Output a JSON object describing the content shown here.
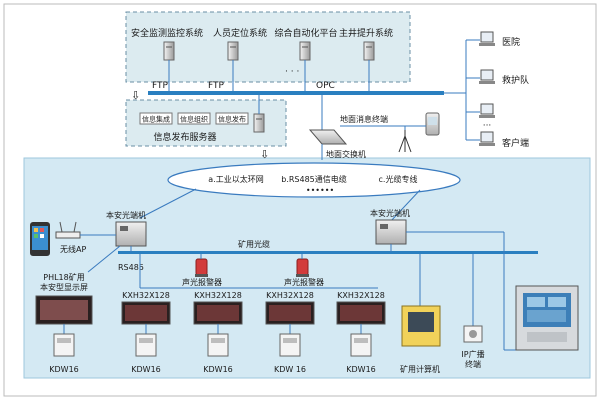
{
  "top_systems": [
    {
      "label": "安全监测监控系统"
    },
    {
      "label": "人员定位系统"
    },
    {
      "label": "综合自动化平台"
    },
    {
      "label": "主井提升系统"
    }
  ],
  "protocols": {
    "ftp1": "FTP",
    "ftp2": "FTP",
    "opc": "OPC"
  },
  "info_publish": {
    "items": [
      "信息集成",
      "信息组织",
      "信息发布"
    ],
    "server_label": "信息发布服务器"
  },
  "right_clients": [
    {
      "label": "医院"
    },
    {
      "label": "救护队"
    },
    {
      "label": "客户端"
    }
  ],
  "ground_msg_label": "地面消息终端",
  "ground_switch_label": "地面交换机",
  "network_types": [
    "a.工业以太环网",
    "b.RS485通信电缆",
    "c.光缆专线"
  ],
  "network_dots": "••••••",
  "wireless_ap_label": "无线AP",
  "switch_left_label": "本安光端机",
  "switch_right_label": "本安光端机",
  "mine_fiber_label": "矿用光缆",
  "rs485_label": "RS485",
  "display_label_line1": "PHL18矿用",
  "display_label_line2": "本安型显示屏",
  "alarm1_label": "声光报警器",
  "alarm2_label": "声光报警器",
  "kxh": [
    "KXH32X128",
    "KXH32X128",
    "KXH32X128",
    "KXH32X128"
  ],
  "kdw": [
    "KDW16",
    "KDW16",
    "KDW16",
    "KDW 16",
    "KDW16"
  ],
  "computer_label": "矿用计算机",
  "ip_broadcast_line1": "IP广播",
  "ip_broadcast_line2": "终端",
  "colors": {
    "underground_bg": "#d4e9f3",
    "top_box_bg": "#dcebf0",
    "bus": "#2a7fc0",
    "line": "#3a7bbf"
  }
}
